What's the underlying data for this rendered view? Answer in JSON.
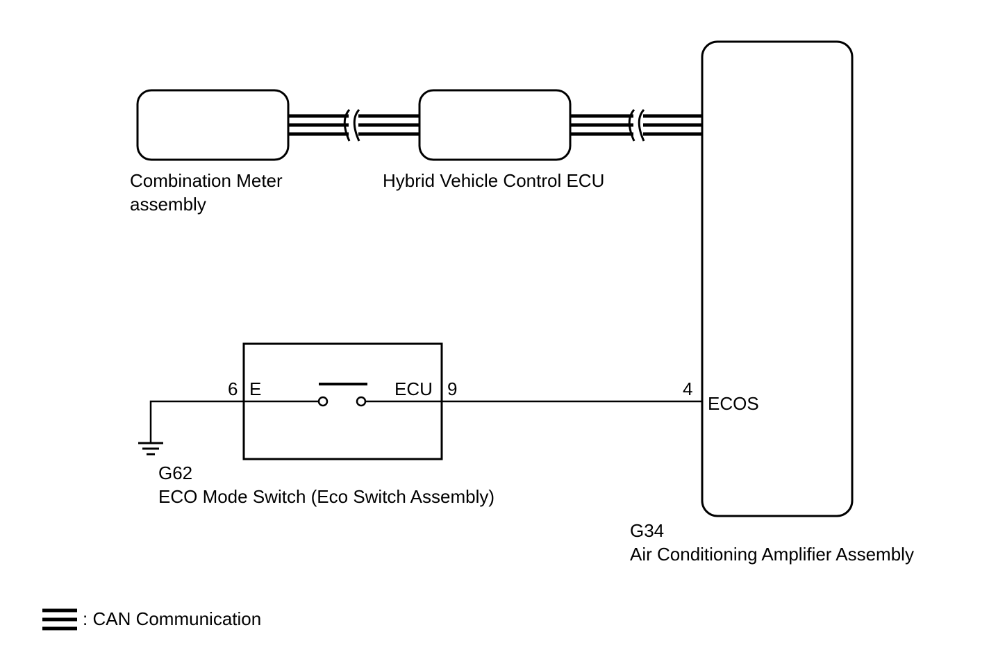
{
  "components": {
    "combination_meter": {
      "name_line1": "Combination Meter",
      "name_line2": "assembly"
    },
    "hybrid_ecu": {
      "name": "Hybrid Vehicle Control ECU"
    },
    "ac_amplifier": {
      "connector": "G34",
      "name": "Air Conditioning Amplifier Assembly",
      "terminal_name": "ECOS",
      "terminal_pin": "4"
    },
    "eco_switch": {
      "connector": "G62",
      "name": "ECO Mode Switch (Eco Switch Assembly)",
      "left_pin": "6",
      "left_terminal": "E",
      "right_terminal": "ECU",
      "right_pin": "9"
    }
  },
  "legend": {
    "text": ": CAN Communication"
  },
  "colors": {
    "line": "#000000",
    "background": "#ffffff"
  }
}
